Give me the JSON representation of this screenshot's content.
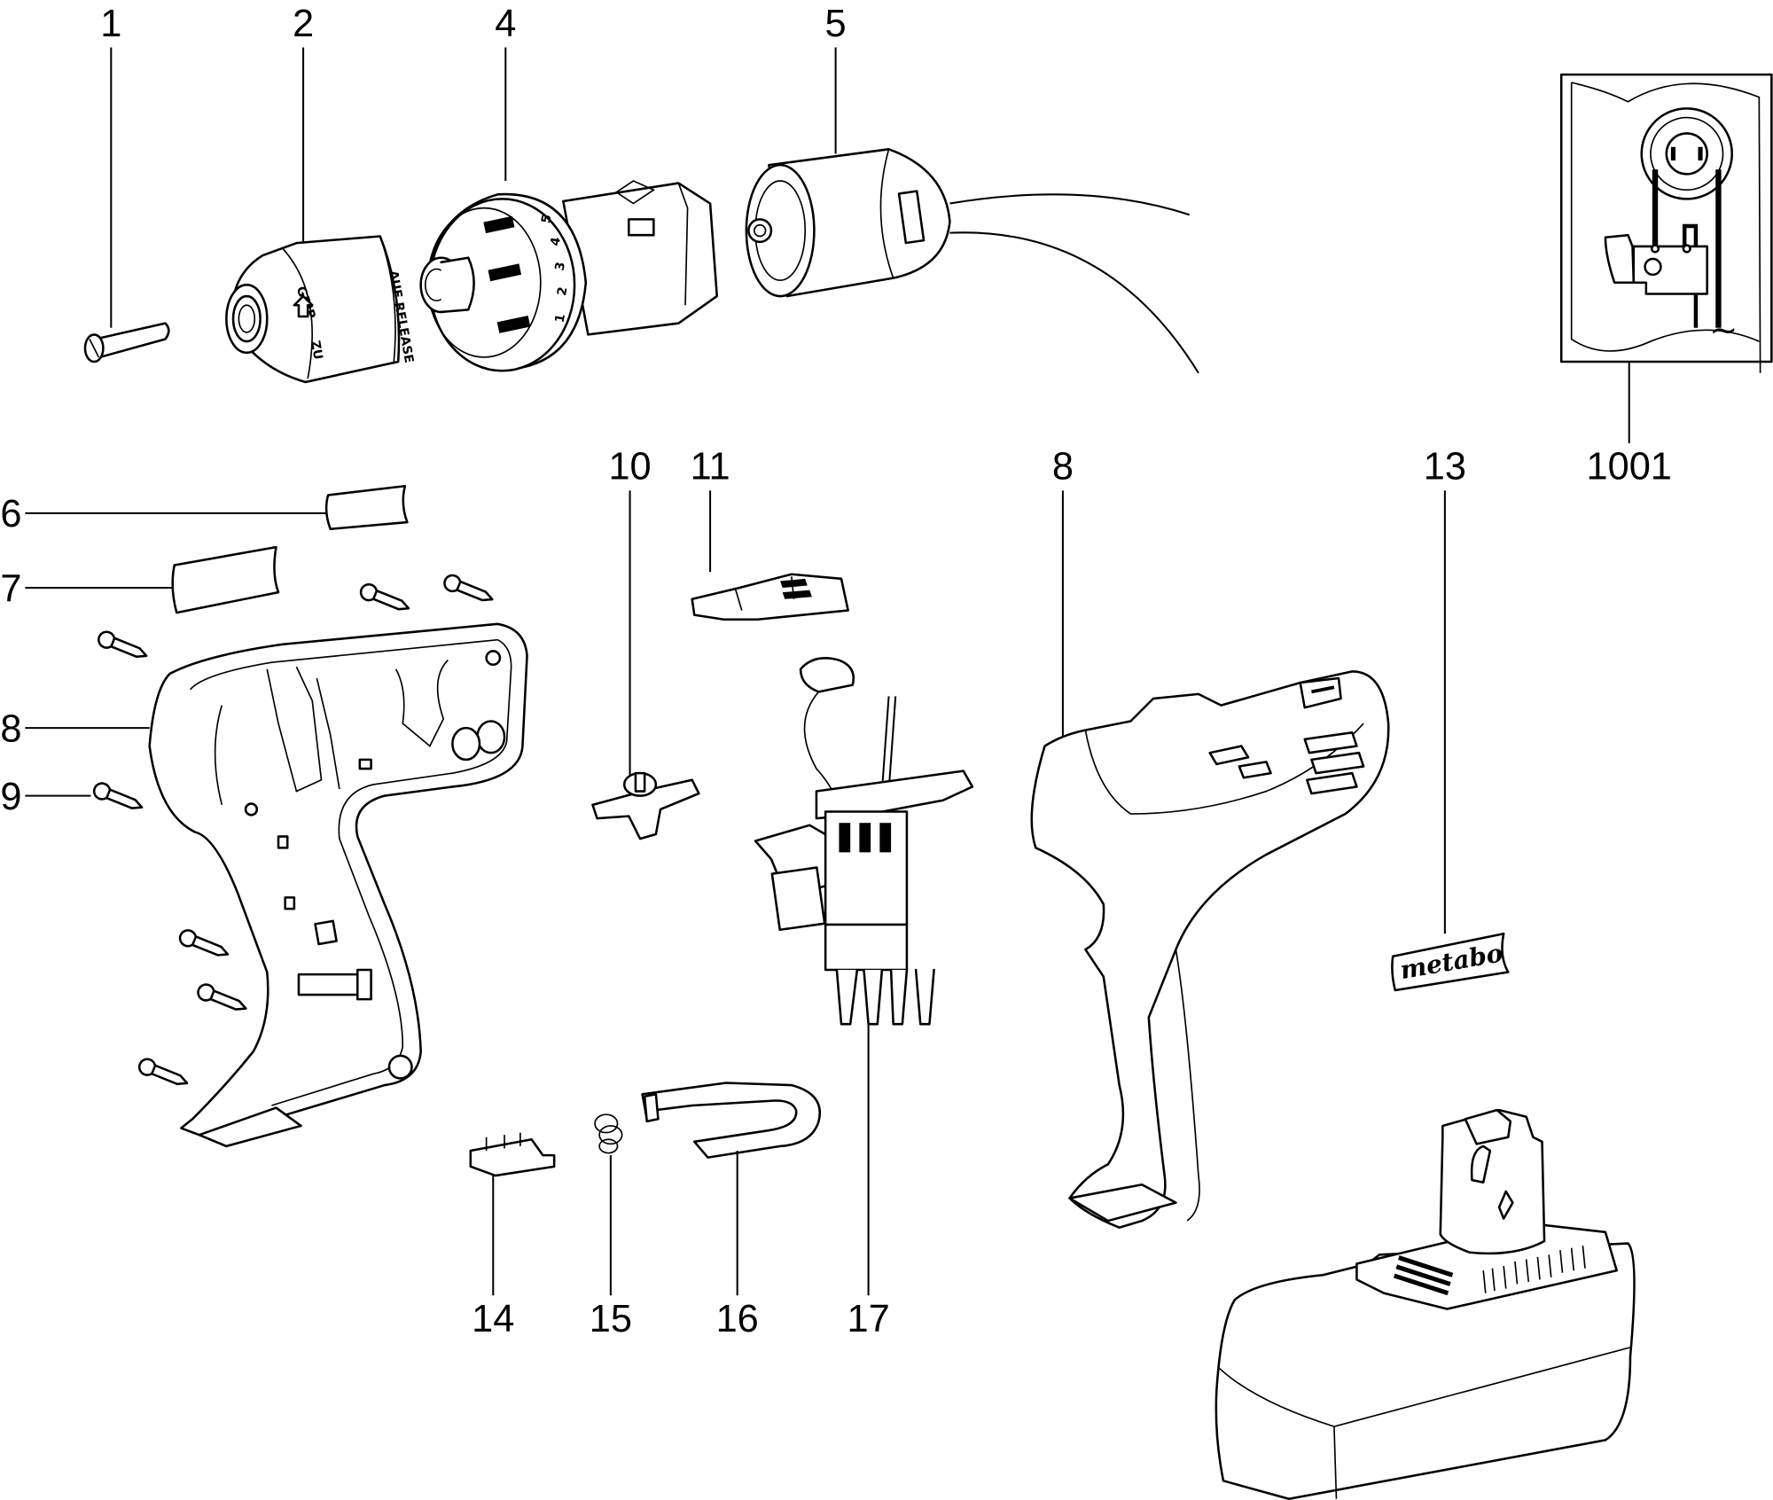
{
  "diagram": {
    "title": "Cordless drill exploded parts view",
    "callouts": [
      {
        "id": "c1",
        "label": "1",
        "part": "screw"
      },
      {
        "id": "c2",
        "label": "2",
        "part": "keyless chuck"
      },
      {
        "id": "c4",
        "label": "4",
        "part": "gearbox with torque collar"
      },
      {
        "id": "c5",
        "label": "5",
        "part": "motor"
      },
      {
        "id": "c6",
        "label": "6",
        "part": "label strip"
      },
      {
        "id": "c7",
        "label": "7",
        "part": "label strip"
      },
      {
        "id": "c8a",
        "label": "8",
        "part": "housing half (left)"
      },
      {
        "id": "c9",
        "label": "9",
        "part": "housing screw"
      },
      {
        "id": "c10",
        "label": "10",
        "part": "direction switch"
      },
      {
        "id": "c11",
        "label": "11",
        "part": "gear selector slide"
      },
      {
        "id": "c8b",
        "label": "8",
        "part": "housing half (right)"
      },
      {
        "id": "c13",
        "label": "13",
        "part": "logo plate"
      },
      {
        "id": "c14",
        "label": "14",
        "part": "contact holder"
      },
      {
        "id": "c15",
        "label": "15",
        "part": "spring"
      },
      {
        "id": "c16",
        "label": "16",
        "part": "belt hook"
      },
      {
        "id": "c17",
        "label": "17",
        "part": "switch"
      },
      {
        "id": "c1001",
        "label": "1001",
        "part": "wiring diagram"
      }
    ],
    "chuck_markings": {
      "open": "AUF",
      "close": "ZU",
      "grip": "GRIP",
      "release": "AUF RELEASE"
    },
    "torque_settings": [
      "1",
      "2",
      "3",
      "4",
      "5"
    ],
    "logo_text": "metabo",
    "ac_symbol": "~"
  }
}
